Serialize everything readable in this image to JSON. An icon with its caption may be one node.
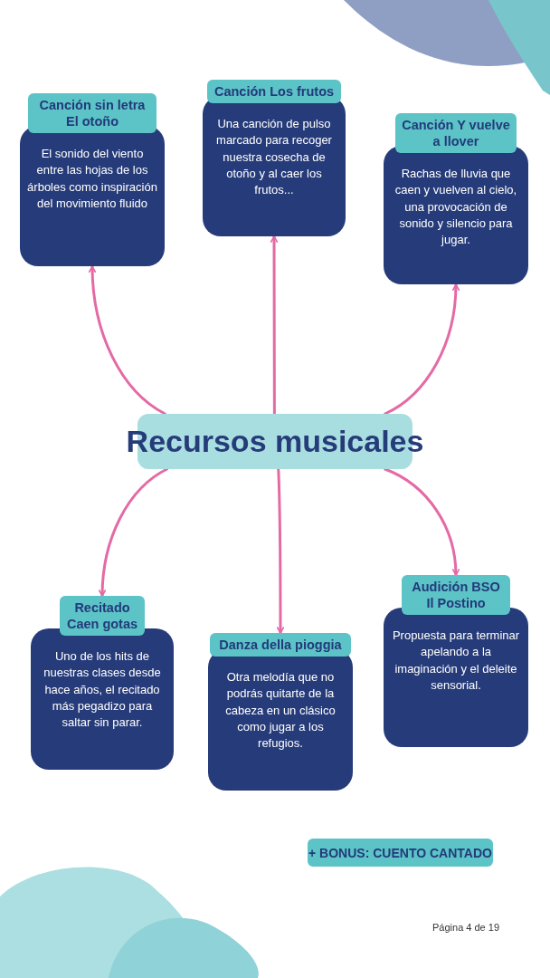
{
  "diagram": {
    "nodes": [
      {
        "text": [
          "Canción sin letra El otoño",
          "El sonido del viento entre las hojas de los árboles como inspiración del movimiento fluido"
        ]
      },
      {
        "text": [
          "Canción Los frutos",
          "Una canción de pulso marcado para recoger nuestra cosecha de otoño y al caer los frutos..."
        ]
      },
      {
        "text": [
          "Canción Y vuelve a llover",
          "Rachas de lluvia que caen y vuelven al cielo, una provocación de sonido y silencio para jugar."
        ]
      },
      {
        "text": [
          "Recursos musicales"
        ]
      },
      {
        "text": [
          "Recitado Caen gotas",
          "Uno de los hits de nuestras clases desde hace años, el recitado más pegadizo para saltar sin parar."
        ]
      },
      {
        "text": [
          "Danza della pioggia",
          "Otra melodía que no podrás quitarte de la cabeza en un clásico como jugar a los refugios."
        ]
      },
      {
        "text": [
          "Audición BSO Il Postino",
          "Propuesta para terminar apelando a la imaginación y el deleite sensorial."
        ]
      },
      {
        "text": [
          "+ BONUS: CUENTO CANTADO"
        ]
      }
    ],
    "edges": [
      {
        "from": 3,
        "to": 0,
        "arrow": "to"
      },
      {
        "from": 3,
        "to": 1,
        "arrow": "to"
      },
      {
        "from": 3,
        "to": 2,
        "arrow": "to"
      },
      {
        "from": 3,
        "to": 4,
        "arrow": "to"
      },
      {
        "from": 3,
        "to": 5,
        "arrow": "to"
      },
      {
        "from": 3,
        "to": 6,
        "arrow": "to"
      }
    ],
    "labels": [
      "Página 4 de 19"
    ]
  }
}
